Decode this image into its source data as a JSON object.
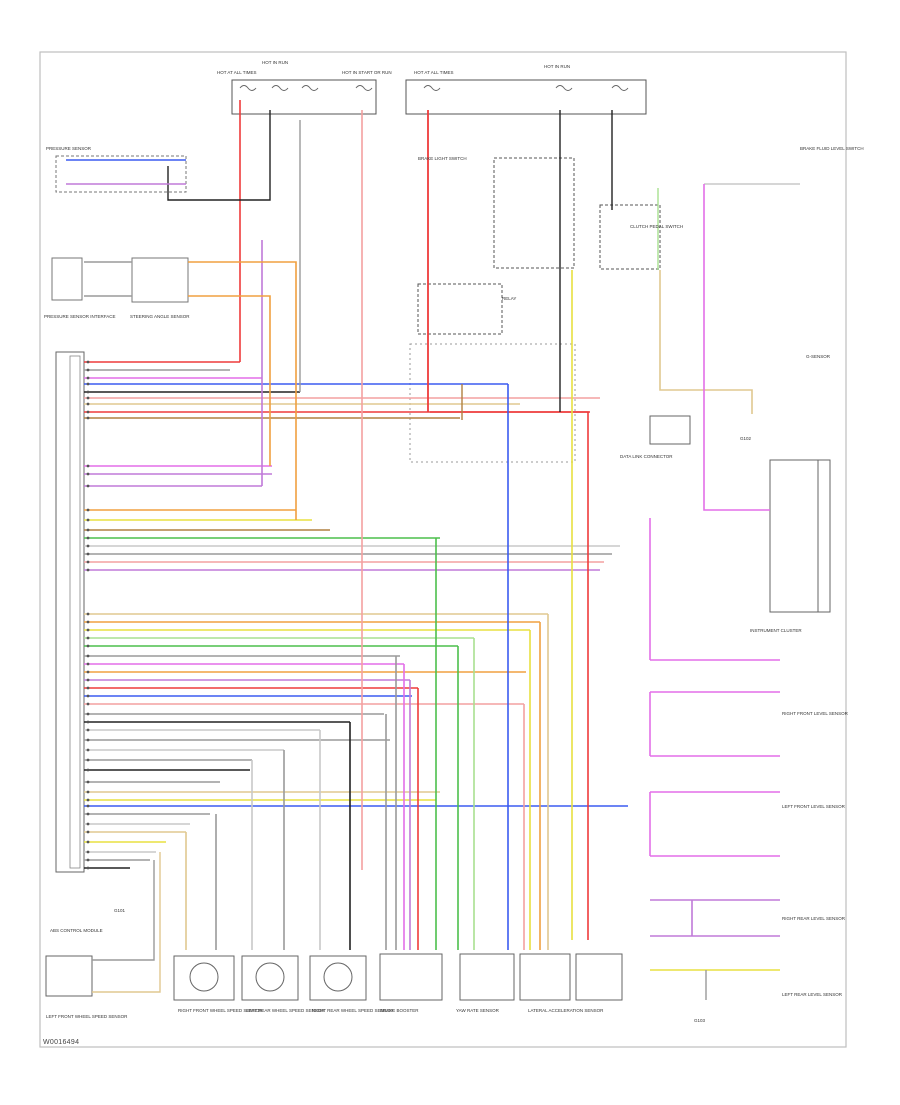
{
  "diagram": {
    "reference_code": "W0016494",
    "colors": {
      "red": "#ee3b3b",
      "pink": "#f4a0a0",
      "violet": "#c07ad8",
      "magenta": "#e36fe8",
      "blue": "#3b5bf0",
      "light_blue": "#8aa0f5",
      "orange": "#f0a040",
      "yellow": "#e8e040",
      "green": "#4cbf4c",
      "light_green": "#a8e090",
      "gray": "#9a9a9a",
      "brown": "#b08040",
      "black": "#222222",
      "tan": "#e0c890",
      "light_gray": "#c8c8c8"
    },
    "fuse_panels": [
      "HOT AT ALL TIMES",
      "HOT IN RUN",
      "HOT IN START OR RUN",
      "HOT AT ALL TIMES",
      "HOT IN RUN"
    ],
    "components": {
      "pressure_sensor": "PRESSURE SENSOR",
      "pressure_sensor_interface": "PRESSURE SENSOR INTERFACE",
      "steering_module": "STEERING ANGLE SENSOR",
      "abs_module": "ABS CONTROL MODULE",
      "brake_switch": "BRAKE LIGHT SWITCH",
      "brake_relay": "RELAY",
      "clutch_switch": "CLUTCH PEDAL SWITCH",
      "data_link": "DATA LINK CONNECTOR",
      "instrument_cluster": "INSTRUMENT CLUSTER",
      "right_front_sensor": "RIGHT FRONT WHEEL SPEED SENSOR",
      "left_front_sensor": "LEFT FRONT WHEEL SPEED SENSOR",
      "right_rear_sensor": "RIGHT REAR WHEEL SPEED SENSOR",
      "left_rear_sensor": "LEFT REAR WHEEL SPEED SENSOR",
      "left_front_level": "LEFT FRONT LEVEL SENSOR",
      "right_front_level": "RIGHT FRONT LEVEL SENSOR",
      "left_rear_level": "LEFT REAR LEVEL SENSOR",
      "right_rear_level": "RIGHT REAR LEVEL SENSOR",
      "yaw_sensor": "YAW RATE SENSOR",
      "brake_booster": "BRAKE BOOSTER",
      "fluid_switch": "BRAKE FLUID LEVEL SWITCH",
      "g_sensor": "G-SENSOR",
      "lateral_sensor": "LATERAL ACCELERATION SENSOR",
      "ground_left": "G101",
      "ground_right": "G102",
      "ground_brake": "G103"
    }
  }
}
